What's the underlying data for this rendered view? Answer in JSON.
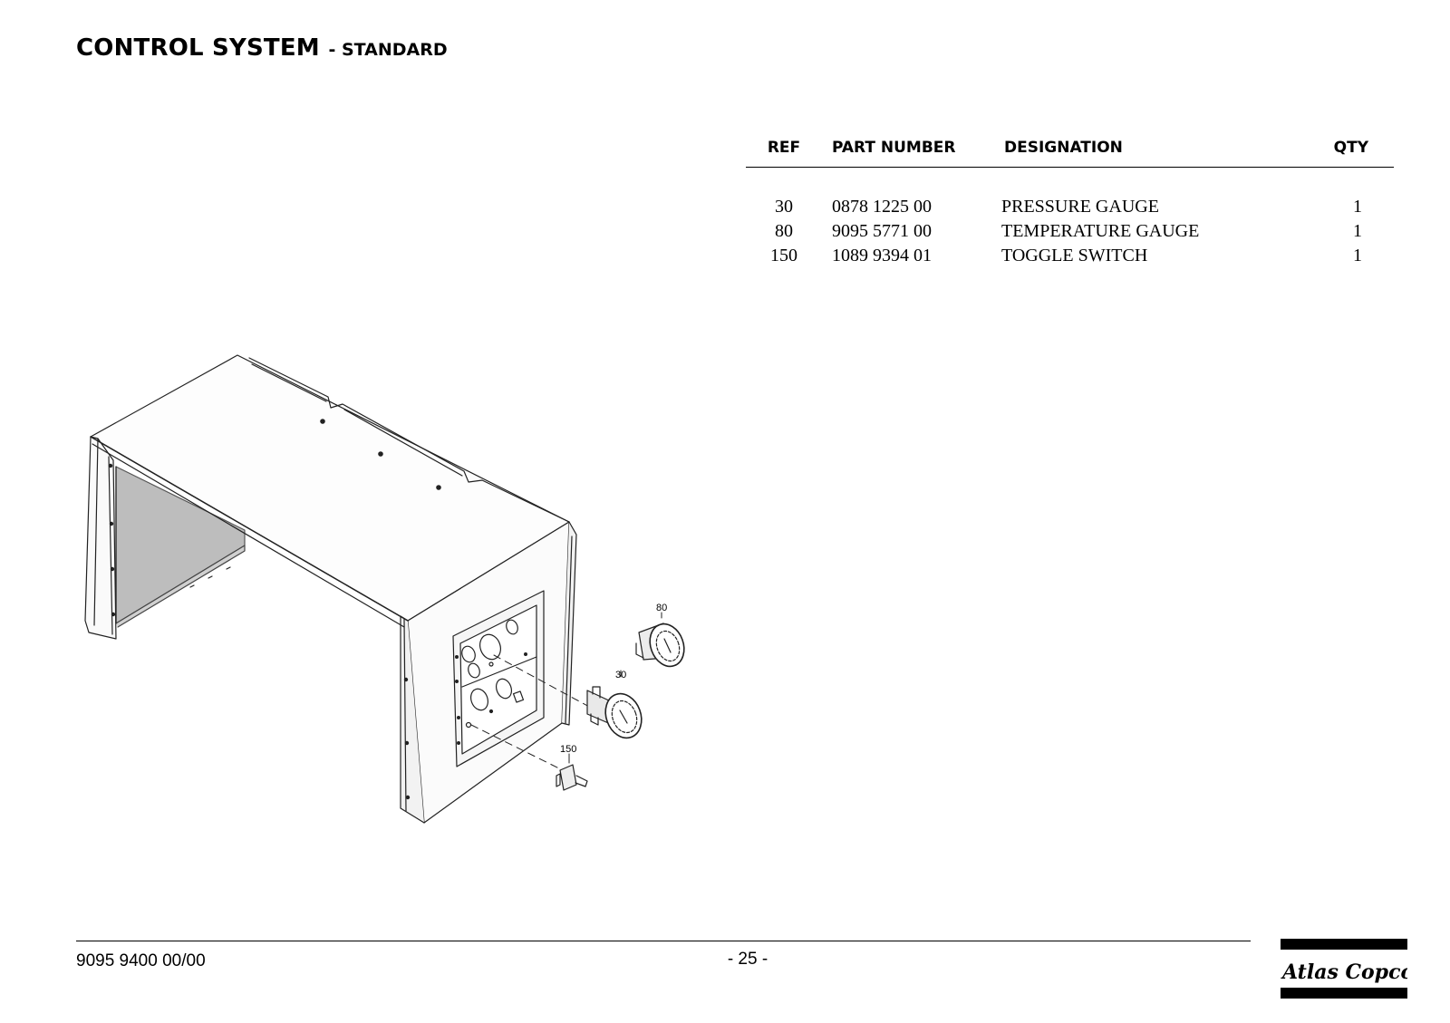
{
  "header": {
    "title": "CONTROL SYSTEM",
    "subtitle": "- STANDARD"
  },
  "parts_table": {
    "columns": {
      "ref": "REF",
      "part_number": "PART NUMBER",
      "designation": "DESIGNATION",
      "qty": "QTY"
    },
    "rows": [
      {
        "ref": "30",
        "part_number": "0878 1225 00",
        "designation": "PRESSURE GAUGE",
        "qty": "1"
      },
      {
        "ref": "80",
        "part_number": "9095 5771 00",
        "designation": "TEMPERATURE GAUGE",
        "qty": "1"
      },
      {
        "ref": "150",
        "part_number": "1089 9394 01",
        "designation": "TOGGLE SWITCH",
        "qty": "1"
      }
    ]
  },
  "drawing": {
    "callouts": {
      "temperature_gauge": "80",
      "pressure_gauge": "30",
      "toggle_switch": "150"
    }
  },
  "footer": {
    "doc_number": "9095 9400 00/00",
    "page": "- 25 -",
    "logo_text": "Atlas Copco"
  }
}
